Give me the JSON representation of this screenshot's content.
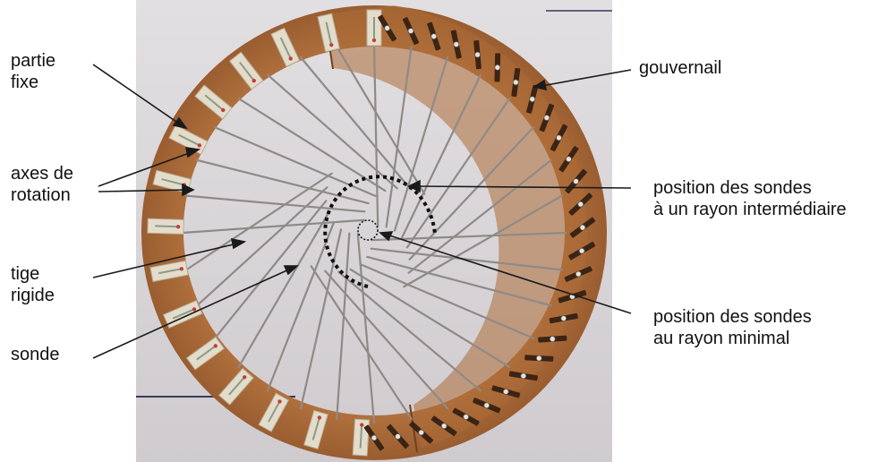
{
  "labels": {
    "partie_fixe": [
      "partie",
      "fixe"
    ],
    "axes_rotation": [
      "axes de",
      "rotation"
    ],
    "tige_rigide": [
      "tige",
      "rigide"
    ],
    "sonde": "sonde",
    "gouvernail": "gouvernail",
    "pos_intermediaire": [
      "position des sondes",
      "à un rayon intermédiaire"
    ],
    "pos_minimal": [
      "position des sondes",
      "au rayon minimal"
    ]
  },
  "colors": {
    "cardboard": "#a8693a",
    "cardboard_dark": "#8c552c",
    "photo_bg": "#d9d6d9",
    "rod": "#8f8a86",
    "probe_plate": "#e4dccb",
    "annotation": "#1a1a1a"
  },
  "counts": {
    "left_probes": 15,
    "right_slots": 28
  }
}
